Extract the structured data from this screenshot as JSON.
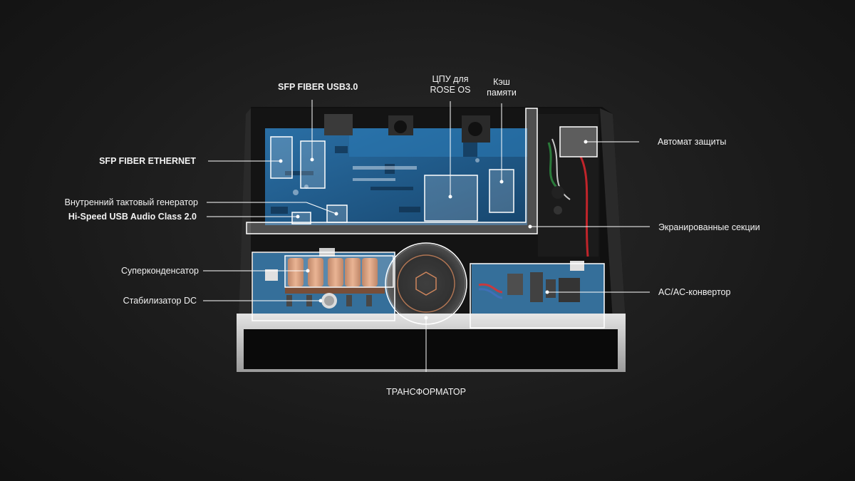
{
  "labels": {
    "sfp_usb": "SFP FIBER USB3.0",
    "cpu_line1": "ЦПУ для",
    "cpu_line2": "ROSE OS",
    "cache_line1": "Кэш",
    "cache_line2": "памяти",
    "sfp_ethernet": "SFP FIBER ETHERNET",
    "clock": "Внутренний тактовый генератор",
    "usb_audio": "Hi-Speed USB Audio Class 2.0",
    "supercap": "Суперконденсатор",
    "dc_stab": "Стабилизатор DC",
    "breaker": "Автомат защиты",
    "shielded": "Экранированные секции",
    "acac": "AC/AC-конвертор",
    "transformer": "ТРАНСФОРМАТОР"
  },
  "colors": {
    "background": "#1a1a1a",
    "pcb_blue": "#1f5f8f",
    "line": "#ffffff",
    "chassis": "#c9c9c9",
    "copper": "#c9784a"
  }
}
